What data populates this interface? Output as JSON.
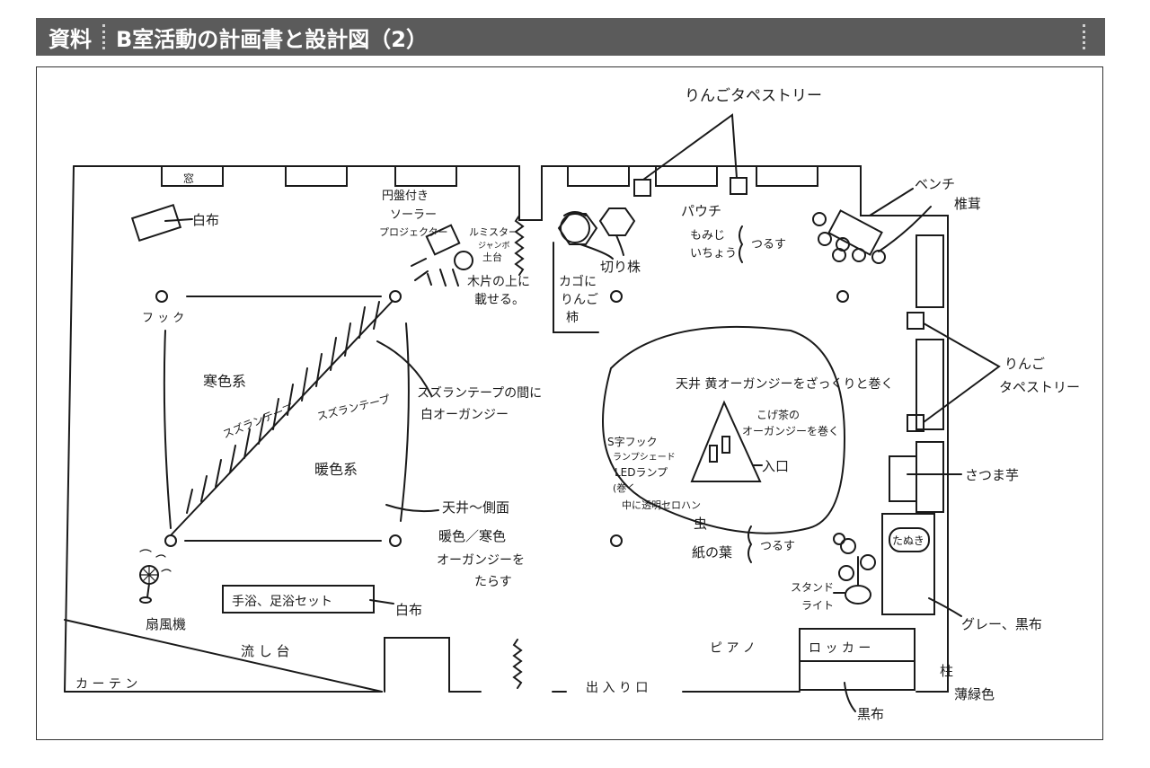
{
  "header": {
    "tag": "資料",
    "title": "B室活動の計画書と設計図（2）"
  },
  "labels": {
    "window": "窓",
    "white_cloth_tl": "白布",
    "projector_1": "円盤付き",
    "projector_2": "ソーラー",
    "projector_3": "プロジェクター",
    "lustre_1": "ルミスター",
    "lustre_2": "ジャンボ",
    "lustre_3": "土台",
    "wood_1": "木片の上に",
    "wood_2": "載せる。",
    "basket_1": "カゴに",
    "basket_2": "りんご",
    "basket_3": "柿",
    "stump": "切り株",
    "apple_tapestry_top": "りんごタペストリー",
    "pouch": "パウチ",
    "momiji": "もみじ",
    "icho": "いちょう",
    "tsurusu_1": "つるす",
    "bench": "ベンチ",
    "shiitake": "椎茸",
    "hook": "フ ッ ク",
    "cool_colors": "寒色系",
    "warm_colors": "暖色系",
    "sudare_tape_1": "スズランテープ",
    "sudare_tape_2": "スズランテープ",
    "sudare_note_1": "スズランテープの間に",
    "sudare_note_2": "白オーガンジー",
    "ceiling_1": "天井 黄オーガンジーをざっくりと巻く",
    "kogecha_1": "こげ茶の",
    "kogecha_2": "オーガンジーを巻く",
    "shook_1": "S字フック",
    "shook_2": "ランプシェード",
    "shook_3": "LEDランプ",
    "shook_4": "(巻く",
    "shook_5": "中に透明セロハン",
    "entrance": "入口",
    "insect": "虫",
    "paper_leaves": "紙の葉",
    "tsurusu_2": "つるす",
    "apple_tapestry_right_1": "りんご",
    "apple_tapestry_right_2": "タペストリー",
    "sweet_potato": "さつま芋",
    "tanuki": "たぬき",
    "stand_light_1": "スタンド",
    "stand_light_2": "ライト",
    "gray_black_cloth": "グレー、黒布",
    "ceiling_wall_1": "天井〜側面",
    "ceiling_wall_2": "暖色／寒色",
    "ceiling_wall_3": "オーガンジーを",
    "ceiling_wall_4": "たらす",
    "footbath": "手浴、足浴セット",
    "white_cloth_bottom": "白布",
    "fan": "扇風機",
    "sink": "流 し 台",
    "curtain": "カ ー テ ン",
    "doorway": "出 入 り 口",
    "piano": "ピ ア ノ",
    "locker": "ロ ッ カ ー",
    "black_cloth": "黒布",
    "pillar_1": "柱",
    "pillar_2": "薄緑色"
  }
}
